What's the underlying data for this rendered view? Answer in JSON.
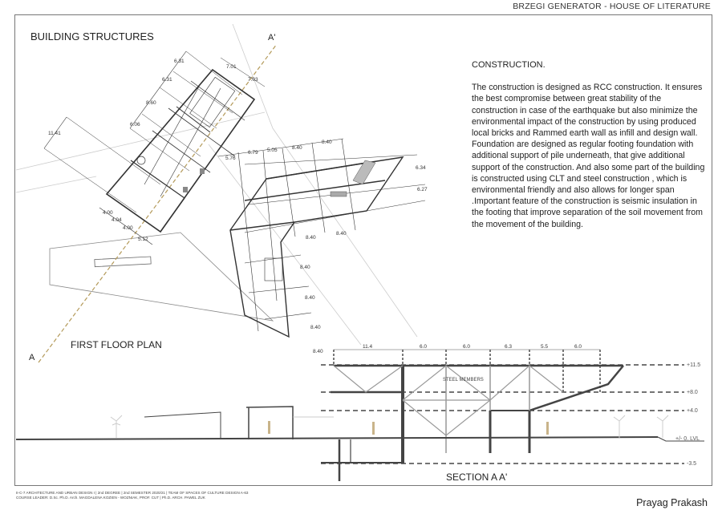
{
  "sheet": {
    "title": "BRZEGI GENERATOR - HOUSE OF LITERATURE",
    "section_heading": "BUILDING STRUCTURES",
    "plan_label": "FIRST FLOOR PLAN",
    "section_label": "SECTION A A'",
    "cut_start": "A",
    "cut_end": "A'",
    "author": "Prayag Prakash",
    "footer_line1": "II-C-7 ARCHITECTURE AND URBAN DESIGN I | 2nd DEGREE | 2nd SEMESTER 2020/21 | TEAM OF SPACES OF CULTURE DESIGN A-63",
    "footer_line2": "COURSE LEADER: D.Sc. Ph.D. Arch. MAGDALENA KOZIEN - WOZNIAK, PROF. CUT | Ph.D. ARCH. PAWEL ZUK"
  },
  "construction": {
    "heading": "CONSTRUCTION.",
    "body": "The construction is designed as RCC construction. It ensures the best compromise between great stability of the construction in case of the earthquake but also minimize the environmental impact of the construction by using produced local bricks and Rammed earth wall as infill and design wall. Foundation are designed as regular footing foundation with additional support of pile underneath, that give additional support of the construction. And also some part of the building is constructed using CLT and steel construction , which is environmental friendly and also allows for longer span .Important feature of the construction is seismic insulation in the footing that improve separation of the soil movement from the movement of the building."
  },
  "plan_dimensions": {
    "left_building": [
      "6.31",
      "7.01",
      "6.31",
      "7.03",
      "8.60",
      "6.06",
      "11.41",
      "4.00",
      "4.04",
      "4.00",
      "5.12"
    ],
    "right_building_top": [
      "5.76",
      "6.79",
      "5.05",
      "8.40",
      "8.40"
    ],
    "right_building_side": [
      "6.34",
      "6.27"
    ],
    "right_building_bottom": [
      "8.40",
      "8.40"
    ],
    "right_building_wing": [
      "8.40",
      "8.40",
      "8.40",
      "8.40"
    ]
  },
  "section": {
    "spans": [
      "11.4",
      "6.0",
      "6.0",
      "6.3",
      "5.5",
      "6.0"
    ],
    "levels": [
      "+11.5",
      "+8.0",
      "+4.0",
      "+/- 0. LVL",
      "-3.5"
    ],
    "annotation": "STEEL MEMBERS"
  }
}
